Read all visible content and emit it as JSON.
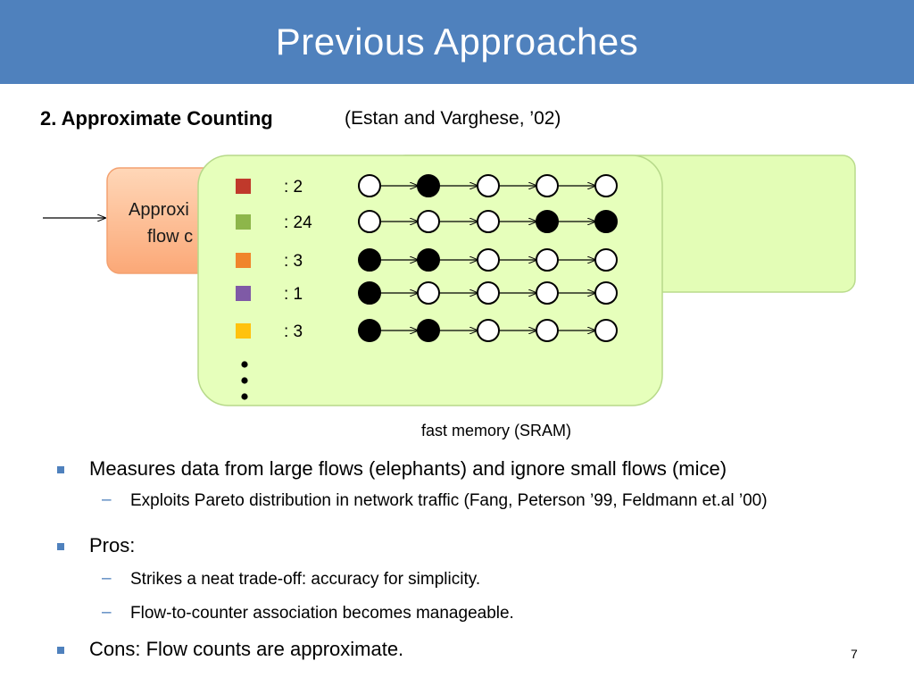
{
  "slide": {
    "title": "Previous Approaches",
    "subtitle": "2. Approximate Counting",
    "citation": "(Estan and Varghese, ’02)",
    "page_number": "7"
  },
  "diagram": {
    "left_box_text_line1": "Approxi",
    "left_box_text_line2": "flow c",
    "memory_label": "fast memory (SRAM)",
    "flows": [
      {
        "color": "#c0392b",
        "label": ": 2",
        "states": [
          0,
          1,
          0,
          0,
          0
        ]
      },
      {
        "color": "#8db64a",
        "label": ": 24",
        "states": [
          0,
          0,
          0,
          1,
          1
        ]
      },
      {
        "color": "#f0852b",
        "label": ": 3",
        "states": [
          1,
          1,
          0,
          0,
          0
        ]
      },
      {
        "color": "#7f5aa6",
        "label": ": 1",
        "states": [
          1,
          0,
          0,
          0,
          0
        ]
      },
      {
        "color": "#ffc20e",
        "label": ": 3",
        "states": [
          1,
          1,
          0,
          0,
          0
        ]
      }
    ],
    "colors": {
      "left_box_top": "#ffd3b0",
      "left_box_bottom": "#fbaa7a",
      "green_fill": "#e6ffba",
      "green_border": "#b7d98a",
      "bullet": "#4f81bd",
      "header": "#4f81bd"
    }
  },
  "bullets": [
    {
      "level": 1,
      "text": "Measures data from large flows (elephants) and ignore small flows (mice)"
    },
    {
      "level": 2,
      "text": "Exploits Pareto distribution in network traffic (Fang, Peterson ’99, Feldmann et.al ’00)"
    },
    {
      "level": 1,
      "text": "Pros:"
    },
    {
      "level": 2,
      "text": "Strikes a neat trade-off: accuracy for simplicity."
    },
    {
      "level": 2,
      "text": "Flow-to-counter association becomes manageable."
    },
    {
      "level": 1,
      "text": "Cons: Flow counts are approximate."
    }
  ]
}
